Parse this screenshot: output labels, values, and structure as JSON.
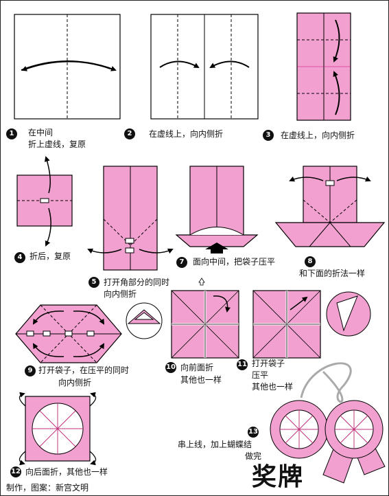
{
  "title": "奖牌",
  "credit": "制作，图案：新宫文明",
  "accent_color": "#f2a0cf",
  "steps": [
    {
      "num": "1",
      "text1": "在中间",
      "text2": "折上虚线，复原"
    },
    {
      "num": "2",
      "text1": "在虚线上，向内侧折"
    },
    {
      "num": "3",
      "text1": "在虚线上，向内侧折"
    },
    {
      "num": "4",
      "text1": "折后，复原"
    },
    {
      "num": "5",
      "text1": "打开角部分的同时",
      "text2": "向内侧折"
    },
    {
      "num": "7",
      "text1": "面向中间，把袋子压平"
    },
    {
      "num": "8",
      "text2": "和下面的折法一样"
    },
    {
      "num": "9",
      "text1": "打开袋子，在压平的同时",
      "text2": "向内侧折"
    },
    {
      "num": "10",
      "text1": "向前面折",
      "text2": "其他也一样"
    },
    {
      "num": "11",
      "text1": "打开袋子",
      "text2": "压平",
      "text3": "其他也一样"
    },
    {
      "num": "12",
      "text1": "向后面折，其他也一样"
    },
    {
      "num": "13",
      "text1": "串上线，加上蝴蝶结",
      "text2": "做完"
    }
  ]
}
